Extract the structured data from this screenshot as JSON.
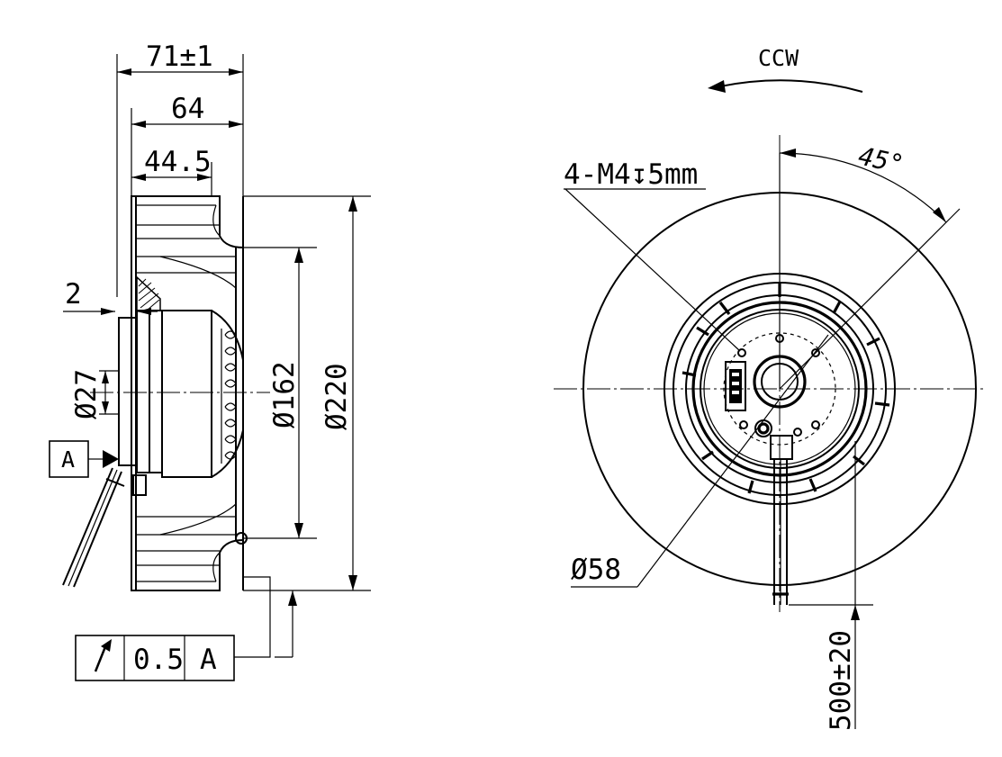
{
  "side_view": {
    "dim_overall_depth": "71±1",
    "dim_depth": "64",
    "dim_inner_depth": "44.5",
    "dim_flange": "2",
    "dim_hub_dia": "Ø27",
    "dim_inlet_dia": "Ø162",
    "dim_outer_dia": "Ø220",
    "datum_label": "A",
    "tolerance_frame": {
      "symbol": "↗",
      "value": "0.5",
      "datum": "A"
    }
  },
  "front_view": {
    "rotation": "CCW",
    "angle": "45°",
    "thread_spec": "4-M4",
    "thread_depth_symbol": "↧",
    "thread_depth": "5mm",
    "dim_motor_dia": "Ø58",
    "dim_cable_length": "500±20"
  }
}
